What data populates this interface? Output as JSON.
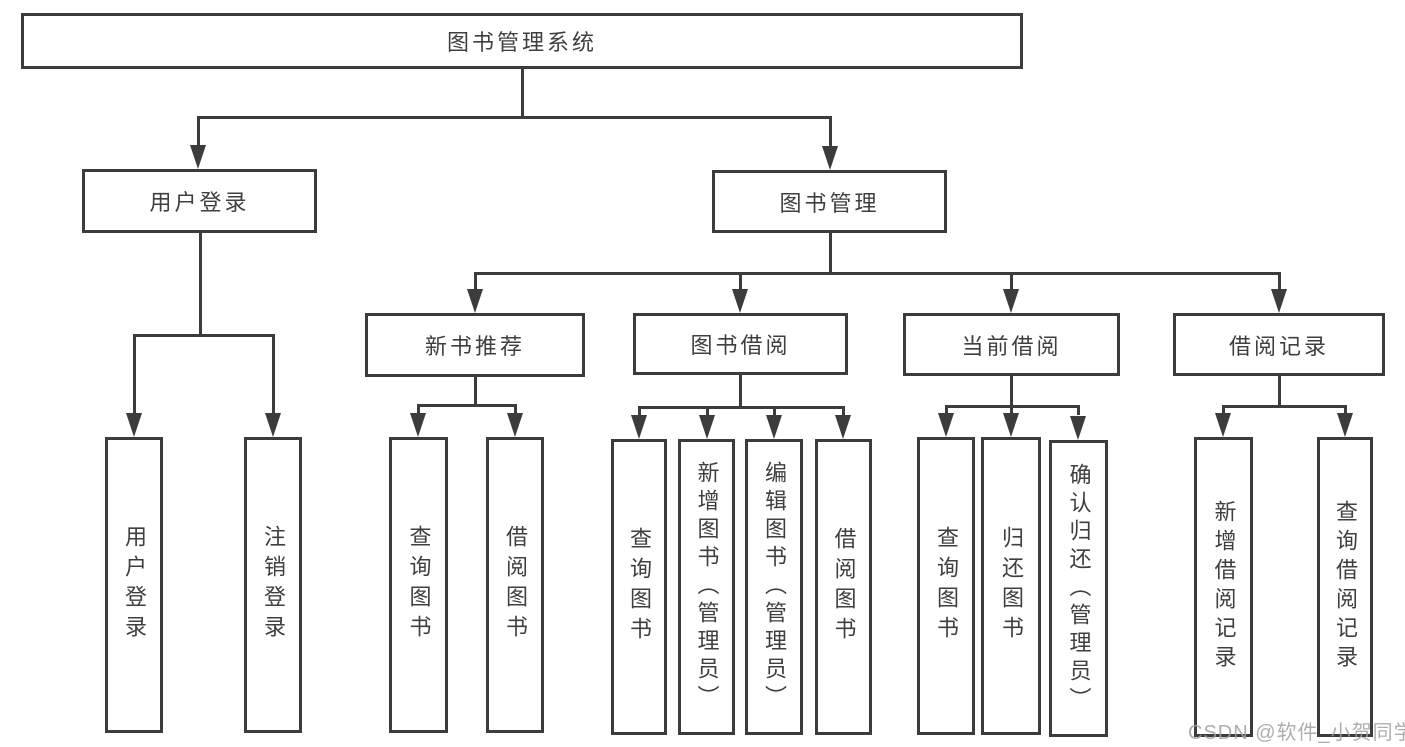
{
  "tree": {
    "root": "图书管理系统",
    "level1": [
      "用户登录",
      "图书管理"
    ],
    "level2": [
      "新书推荐",
      "图书借阅",
      "当前借阅",
      "借阅记录"
    ],
    "leaves_login": [
      "用户登录",
      "注销登录"
    ],
    "leaves_newrec": [
      "查询图书",
      "借阅图书"
    ],
    "leaves_borrow": [
      "查询图书",
      "新增图书（管理员）",
      "编辑图书（管理员）",
      "借阅图书"
    ],
    "leaves_current": [
      "查询图书",
      "归还图书",
      "确认归还（管理员）"
    ],
    "leaves_record": [
      "新增借阅记录",
      "查询借阅记录"
    ]
  },
  "watermark": "CSDN @软件_小贺同学",
  "colors": {
    "line": "#3c3c3c",
    "text": "#3f3f3f",
    "watermark": "#a0a0a0"
  }
}
